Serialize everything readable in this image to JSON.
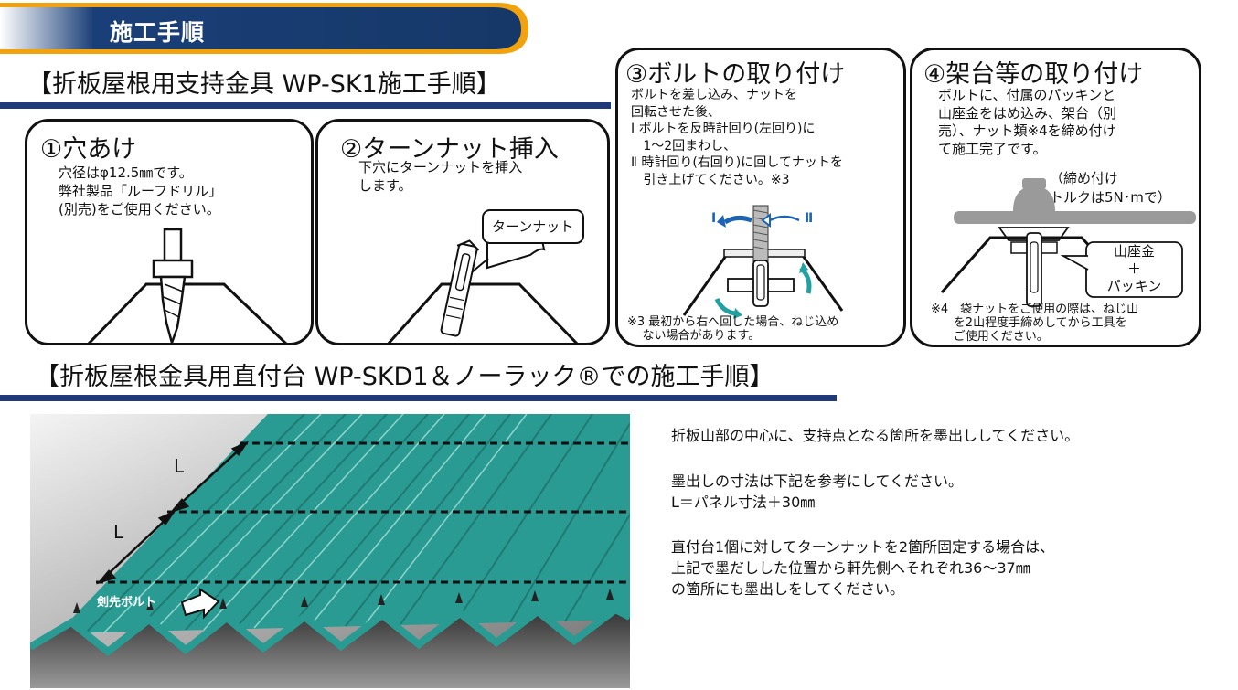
{
  "header": {
    "banner_title": "施工手順",
    "section1_heading": "【折板屋根用支持金具 WP-SK1施工手順】",
    "section2_heading": "【折板屋根金具用直付台 WP-SKD1＆ノーラック®での施工手順】"
  },
  "steps": [
    {
      "title": "①穴あけ",
      "lines": [
        "穴径はφ12.5㎜です。",
        "弊社製品「ルーフドリル」",
        "(別売)をご使用ください。"
      ]
    },
    {
      "title": "②ターンナット挿入",
      "lines": [
        "下穴にターンナットを挿入",
        "します。"
      ],
      "callout": "ターンナット"
    },
    {
      "title": "③ボルトの取り付け",
      "lines": [
        "ボルトを差し込み、ナットを",
        "回転させた後、",
        "Ⅰ ボルトを反時計回り(左回り)に",
        "   1～2回まわし、",
        "Ⅱ 時計回り(右回り)に回してナットを",
        "   引き上げてください。※3"
      ],
      "label_one": "Ⅰ",
      "label_two": "Ⅱ",
      "note": [
        "※3 最初から右へ回した場合、ねじ込め",
        "    ない場合があります。"
      ]
    },
    {
      "title": "④架台等の取り付け",
      "lines": [
        "ボルトに、付属のパッキンと",
        "山座金をはめ込み、架台（別",
        "売）、ナット類※4を締め付け",
        "て施工完了です。"
      ],
      "torque": [
        "（締め付け",
        "トルクは5N･mで）"
      ],
      "callout": [
        "山座金",
        "＋",
        "パッキン"
      ],
      "note": [
        "※4　袋ナットをご使用の際は、ねじ山",
        "      を2山程度手締めしてから工具を",
        "      ご使用ください。"
      ]
    }
  ],
  "roof_figure": {
    "label_l1": "L",
    "label_l2": "L",
    "bolt_label": "剣先ボルト"
  },
  "instructions": [
    "折板山部の中心に、支持点となる箇所を墨出ししてください。",
    "墨出しの寸法は下記を参考にしてください。",
    "L＝パネル寸法＋30㎜",
    "直付台1個に対してターンナットを2箇所固定する場合は、",
    "上記で墨だしした位置から軒先側へそれぞれ36～37㎜",
    "の箇所にも墨出しをしてください。"
  ],
  "colors": {
    "banner": "#1a3f78",
    "banner_border": "#f2a20c",
    "rule": "#1f3a78",
    "roof": "#2a9b92",
    "arrow_blue": "#1d63b4",
    "arrow_teal": "#23a0a0"
  }
}
